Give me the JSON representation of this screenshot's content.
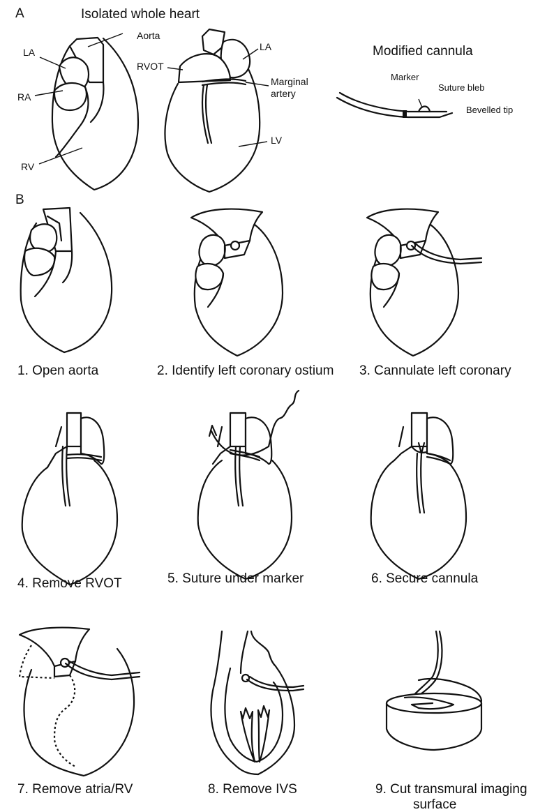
{
  "panel_a": {
    "letter": "A",
    "title": "Isolated whole heart",
    "labels": {
      "la_left": "LA",
      "ra": "RA",
      "rv": "RV",
      "aorta": "Aorta",
      "rvot": "RVOT",
      "la_right": "LA",
      "marginal_1": "Marginal",
      "marginal_2": "artery",
      "lv": "LV"
    },
    "cannula": {
      "title": "Modified cannula",
      "marker": "Marker",
      "suture_bleb": "Suture bleb",
      "bevelled_tip": "Bevelled tip"
    }
  },
  "panel_b": {
    "letter": "B",
    "steps": [
      "1. Open aorta",
      "2. Identify left coronary ostium",
      "3. Cannulate left coronary",
      "4. Remove RVOT",
      "5. Suture under marker",
      "6. Secure cannula",
      "7. Remove atria/RV",
      "8. Remove IVS",
      "9. Cut transmural imaging",
      "surface"
    ]
  }
}
